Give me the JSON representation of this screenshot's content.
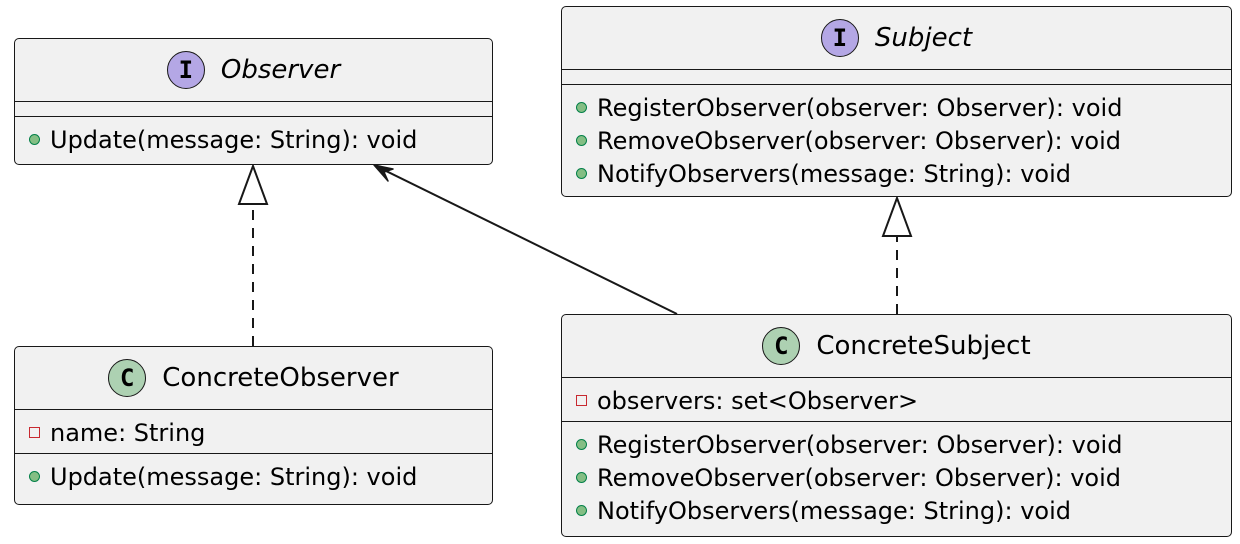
{
  "diagram": {
    "classes": [
      {
        "id": "observer",
        "kind": "interface",
        "badge": "I",
        "name": "Observer",
        "attributes": [],
        "methods": [
          {
            "visibility": "public",
            "text": "Update(message: String): void"
          }
        ]
      },
      {
        "id": "subject",
        "kind": "interface",
        "badge": "I",
        "name": "Subject",
        "attributes": [],
        "methods": [
          {
            "visibility": "public",
            "text": "RegisterObserver(observer: Observer): void"
          },
          {
            "visibility": "public",
            "text": "RemoveObserver(observer: Observer): void"
          },
          {
            "visibility": "public",
            "text": "NotifyObservers(message: String): void"
          }
        ]
      },
      {
        "id": "concrete_observer",
        "kind": "class",
        "badge": "C",
        "name": "ConcreteObserver",
        "attributes": [
          {
            "visibility": "private",
            "text": "name: String"
          }
        ],
        "methods": [
          {
            "visibility": "public",
            "text": "Update(message: String): void"
          }
        ]
      },
      {
        "id": "concrete_subject",
        "kind": "class",
        "badge": "C",
        "name": "ConcreteSubject",
        "attributes": [
          {
            "visibility": "private",
            "text": "observers: set<Observer>"
          }
        ],
        "methods": [
          {
            "visibility": "public",
            "text": "RegisterObserver(observer: Observer): void"
          },
          {
            "visibility": "public",
            "text": "RemoveObserver(observer: Observer): void"
          },
          {
            "visibility": "public",
            "text": "NotifyObservers(message: String): void"
          }
        ]
      }
    ],
    "relationships": [
      {
        "type": "realization",
        "from": "ConcreteObserver",
        "to": "Observer"
      },
      {
        "type": "realization",
        "from": "ConcreteSubject",
        "to": "Subject"
      },
      {
        "type": "association",
        "from": "ConcreteSubject",
        "to": "Observer"
      }
    ],
    "colors": {
      "box_fill": "#f1f1f1",
      "border": "#181818",
      "interface_badge": "#b4a7e5",
      "class_badge": "#add1b2",
      "public_marker": "#84be84",
      "private_marker": "#c82930"
    }
  }
}
